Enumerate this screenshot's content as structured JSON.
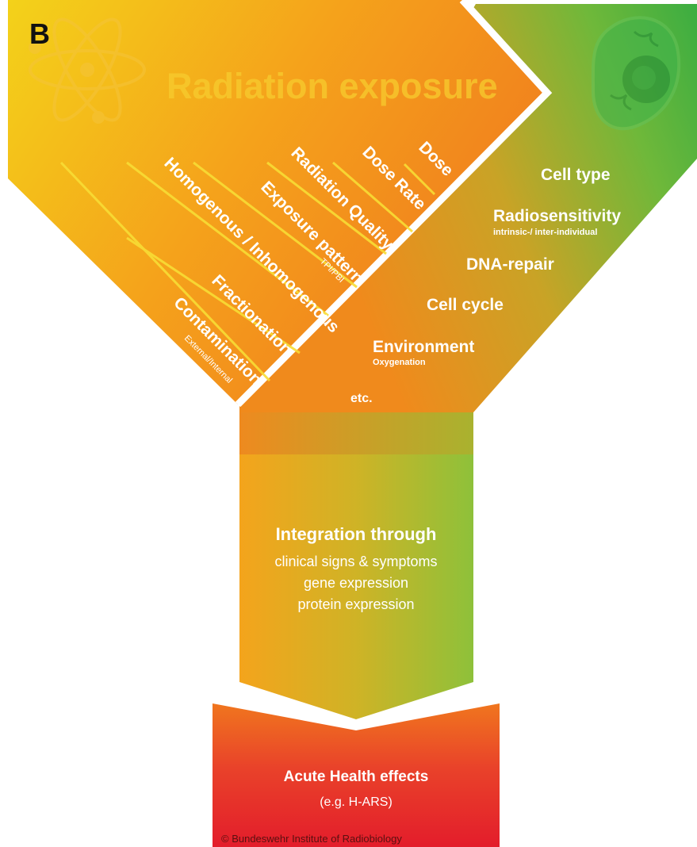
{
  "panel_label": "B",
  "colors": {
    "yellow": "#f5d31b",
    "orange": "#f08a1c",
    "green": "#22a845",
    "lime": "#8fc13a",
    "red": "#e3202a",
    "text": "#ffffff"
  },
  "icons": [
    "atom-icon",
    "cell-icon"
  ],
  "radiation": {
    "title": "Radiation exposure",
    "factors": [
      {
        "label": "Dose",
        "sub": ""
      },
      {
        "label": "Dose Rate",
        "sub": ""
      },
      {
        "label": "Radiation Quality",
        "sub": ""
      },
      {
        "label": "Exposure pattern",
        "sub": "TPI/PBI"
      },
      {
        "label": "Homogenous / Inhomogenous",
        "sub": ""
      },
      {
        "label": "Fractionation",
        "sub": ""
      },
      {
        "label": "Contamination",
        "sub": "External/Internal"
      }
    ]
  },
  "biology": {
    "factors": [
      {
        "label": "Cell type",
        "sub": ""
      },
      {
        "label": "Radiosensitivity",
        "sub": "intrinsic-/ inter-individual"
      },
      {
        "label": "DNA-repair",
        "sub": ""
      },
      {
        "label": "Cell cycle",
        "sub": ""
      },
      {
        "label": "Environment",
        "sub": "Oxygenation"
      },
      {
        "label": "etc.",
        "sub": ""
      }
    ]
  },
  "integration": {
    "title": "Integration through",
    "items": [
      "clinical signs & symptoms",
      "gene expression",
      "protein expression"
    ]
  },
  "outcome": {
    "title": "Acute Health effects",
    "example": "(e.g. H-ARS)"
  },
  "copyright": "© Bundeswehr Institute of Radiobiology"
}
